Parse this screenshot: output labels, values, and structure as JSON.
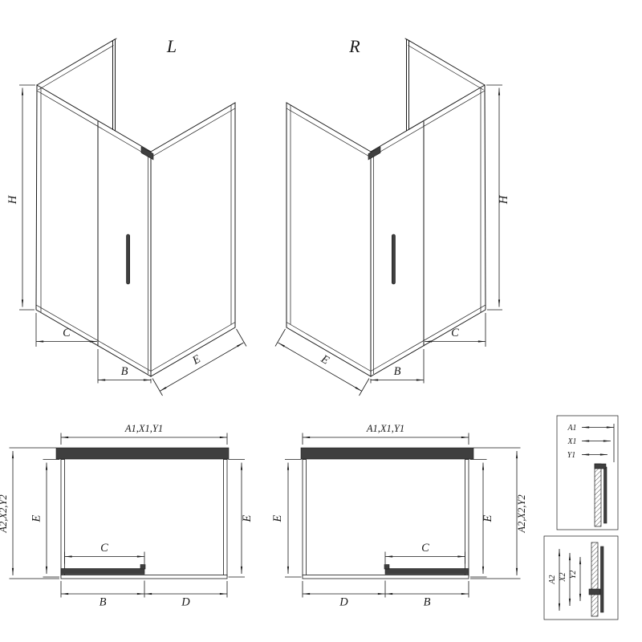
{
  "page": {
    "background": "#ffffff",
    "line_color": "#1a1a1a",
    "profile_color": "#3f3f3f"
  },
  "iso_left": {
    "title": "L",
    "dim_height": "H",
    "dim_c": "C",
    "dim_b": "B",
    "dim_e": "E"
  },
  "iso_right": {
    "title": "R",
    "dim_height": "H",
    "dim_c": "C",
    "dim_b": "B",
    "dim_e": "E"
  },
  "plan_left": {
    "dim_width": "A1,X1,Y1",
    "dim_depth": "A2,X2,Y2",
    "dim_e_left": "E",
    "dim_e_right": "E",
    "dim_c": "C",
    "dim_b": "B",
    "dim_d": "D"
  },
  "plan_right": {
    "dim_width": "A1,X1,Y1",
    "dim_depth": "A2,X2,Y2",
    "dim_e_left": "E",
    "dim_e_right": "E",
    "dim_c": "C",
    "dim_b": "B",
    "dim_d": "D"
  },
  "detail_top": {
    "dim_a": "A1",
    "dim_x": "X1",
    "dim_y": "Y1"
  },
  "detail_bottom": {
    "dim_a": "A2",
    "dim_x": "X2",
    "dim_y": "Y2"
  }
}
